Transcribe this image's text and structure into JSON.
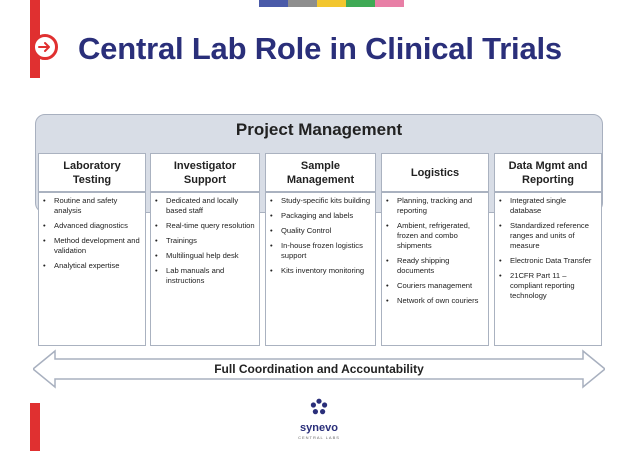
{
  "title": "Central Lab Role in Clinical Trials",
  "project_management": "Project Management",
  "columns": [
    {
      "header": "Laboratory\nTesting",
      "items": [
        "Routine and safety analysis",
        "Advanced diagnostics",
        "Method development and validation",
        "Analytical expertise"
      ]
    },
    {
      "header": "Investigator\nSupport",
      "items": [
        "Dedicated and locally based staff",
        "Real-time query resolution",
        "Trainings",
        "Multilingual help desk",
        "Lab manuals and instructions"
      ]
    },
    {
      "header": "Sample\nManagement",
      "items": [
        "Study-specific kits building",
        "Packaging and labels",
        "Quality Control",
        "In-house frozen logistics support",
        "Kits inventory monitoring"
      ]
    },
    {
      "header": "Logistics",
      "items": [
        "Planning, tracking and reporting",
        "Ambient, refrigerated, frozen and combo shipments",
        "Ready shipping documents",
        "Couriers management",
        "Network of own couriers"
      ]
    },
    {
      "header": "Data Mgmt and\nReporting",
      "items": [
        "Integrated single database",
        "Standardized reference ranges and units of measure",
        "Electronic Data Transfer",
        "21CFR Part 11 – compliant reporting technology"
      ]
    }
  ],
  "coordination": "Full Coordination and Accountability",
  "logo": {
    "name": "synevo",
    "subtitle": "CENTRAL LABS"
  },
  "colors": {
    "accent_red": "#e03030",
    "title_navy": "#2a2f7a",
    "pm_fill": "#d8dde6",
    "stripes": [
      "#4a5aa8",
      "#8e8e8e",
      "#f2c62f",
      "#3faa55",
      "#e87fa6"
    ]
  }
}
